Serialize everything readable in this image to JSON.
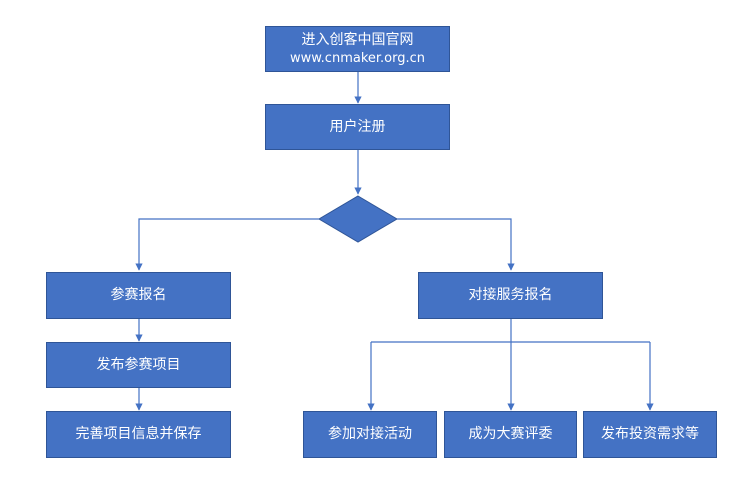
{
  "colors": {
    "box_fill": "#4472c4",
    "box_border": "#2f5597",
    "connector": "#4472c4",
    "text": "#ffffff"
  },
  "nodes": {
    "start": {
      "line1": "进入创客中国官网",
      "line2": "www.cnmaker.org.cn"
    },
    "register": {
      "label": "用户注册"
    },
    "decision": {
      "label": ""
    },
    "competition_signup": {
      "label": "参赛报名"
    },
    "publish_project": {
      "label": "发布参赛项目"
    },
    "complete_save": {
      "label": "完善项目信息并保存"
    },
    "service_signup": {
      "label": "对接服务报名"
    },
    "join_activity": {
      "label": "参加对接活动"
    },
    "become_judge": {
      "label": "成为大赛评委"
    },
    "publish_needs": {
      "label": "发布投资需求等"
    }
  }
}
